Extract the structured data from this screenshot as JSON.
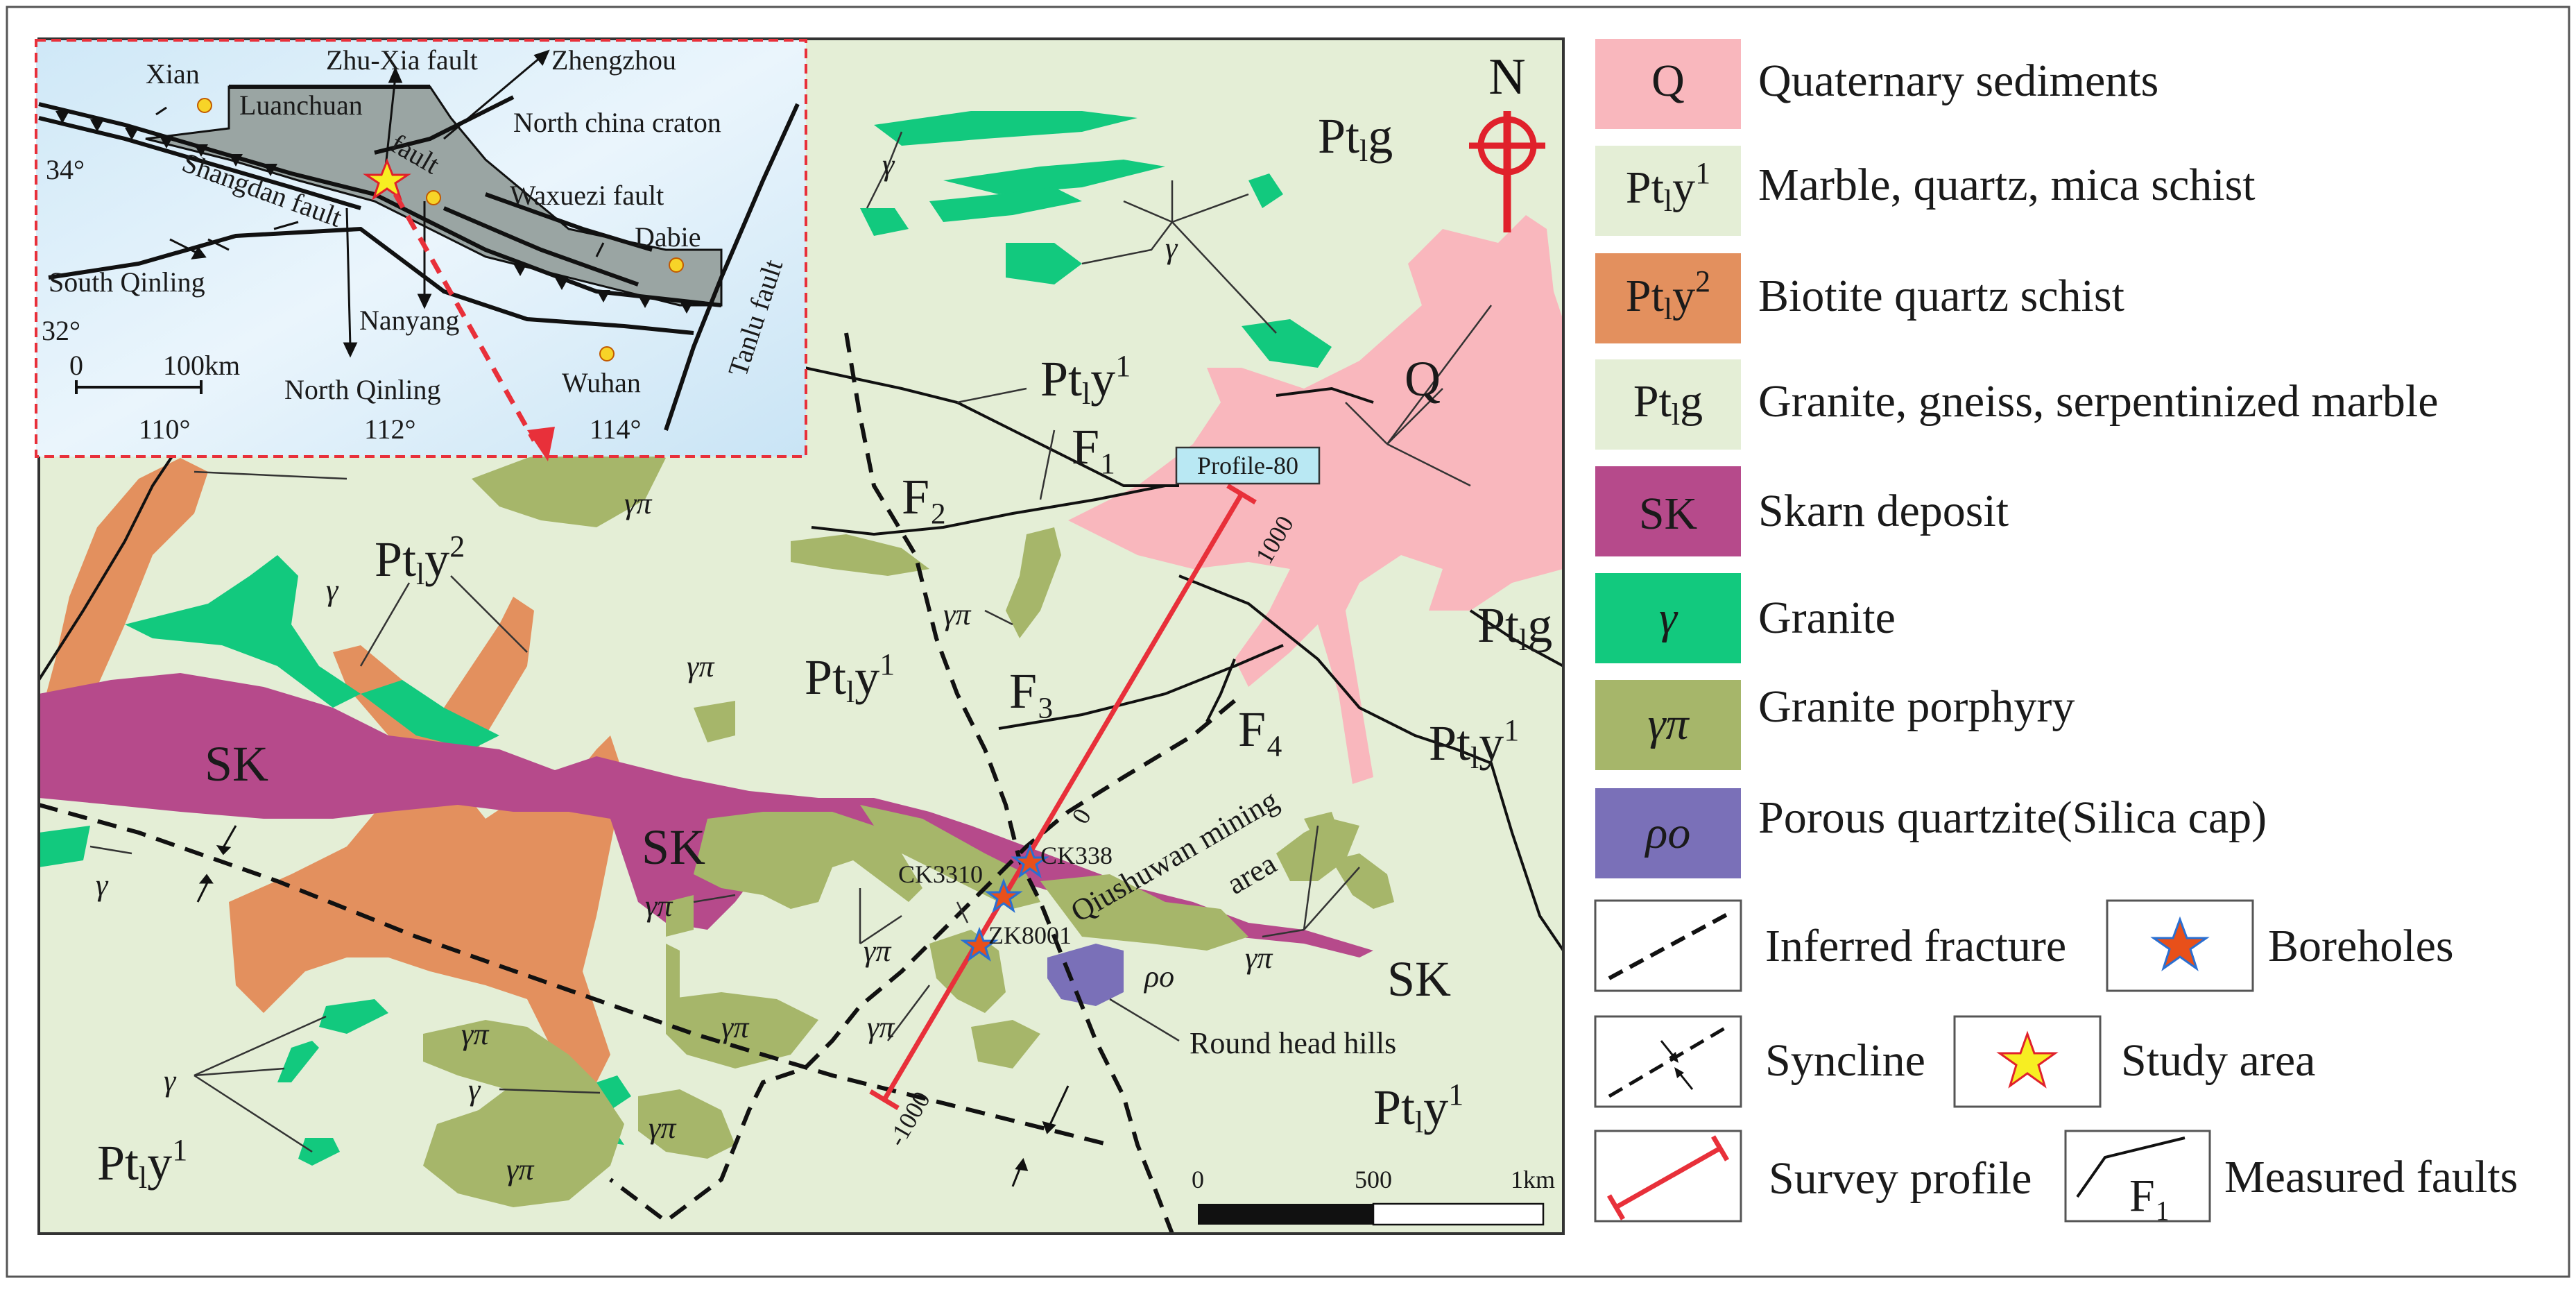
{
  "units": {
    "Q": {
      "code": "Q",
      "desc": "Quaternary sediments",
      "color": "#f9b7bd"
    },
    "Pt1y1": {
      "code_main": "Pt",
      "code_sub": "l",
      "code_mid": "y",
      "code_sup": "1",
      "desc": "Marble, quartz, mica schist",
      "color": "#e4eed6"
    },
    "Pt1y2": {
      "code_main": "Pt",
      "code_sub": "l",
      "code_mid": "y",
      "code_sup": "2",
      "desc": "Biotite quartz schist",
      "color": "#e3905e"
    },
    "Pt1g": {
      "code_main": "Pt",
      "code_sub": "l",
      "code_mid": "g",
      "desc": "Granite, gneiss, serpentinized marble",
      "color": "#e4eed6"
    },
    "SK": {
      "code": "SK",
      "desc": "Skarn deposit",
      "color": "#b64a8b"
    },
    "gamma": {
      "code": "γ",
      "desc": "Granite",
      "color": "#12c97e"
    },
    "gammapi": {
      "code": "γπ",
      "desc": "Granite porphyry",
      "color": "#a6b66a"
    },
    "rhoo": {
      "code": "ρο",
      "desc": "Porous quartzite(Silica cap)",
      "color": "#7a70b8"
    }
  },
  "legend_symbols": {
    "inferred_fracture": "Inferred fracture",
    "boreholes": "Boreholes",
    "syncline": "Syncline",
    "study_area": "Study area",
    "survey_profile": "Survey profile",
    "measured_faults": "Measured faults",
    "measured_faults_symbol": "F₁"
  },
  "map_labels": {
    "north": "N",
    "profile": "Profile-80",
    "profile_1000": "1000",
    "profile_0": "0",
    "profile_neg1000": "-1000",
    "F1": "F₁",
    "F2": "F₂",
    "F3": "F₃",
    "F4": "F₄",
    "CK3310": "CK3310",
    "CK338": "CK338",
    "ZK8001": "ZK8001",
    "mining_area": "Qiushuwan mining",
    "mining_area_2": "area",
    "round_head_hills": "Round head hills",
    "SK": "SK",
    "gamma": "γ",
    "gammapi": "γπ",
    "rhoo": "ρο",
    "Q": "Q"
  },
  "scale_bar": {
    "t0": "0",
    "t500": "500",
    "t1km": "1km"
  },
  "inset": {
    "xian": "Xian",
    "zhuxia": "Zhu-Xia fault",
    "zhengzhou": "Zhengzhou",
    "luanchuan": "Luanchuan",
    "fault": "fault",
    "ncc": "North china craton",
    "shangdan": "Shangdan fault",
    "waxuezi": "Waxuezi fault",
    "dabie": "Dabie",
    "tanlu": "Tanlu fault",
    "south_qinling": "South Qinling",
    "north_qinling": "North Qinling",
    "nanyang": "Nanyang",
    "wuhan": "Wuhan",
    "lat34": "34°",
    "lat32": "32°",
    "scale0": "0",
    "scale100": "100km",
    "lon110": "110°",
    "lon112": "112°",
    "lon114": "114°"
  }
}
